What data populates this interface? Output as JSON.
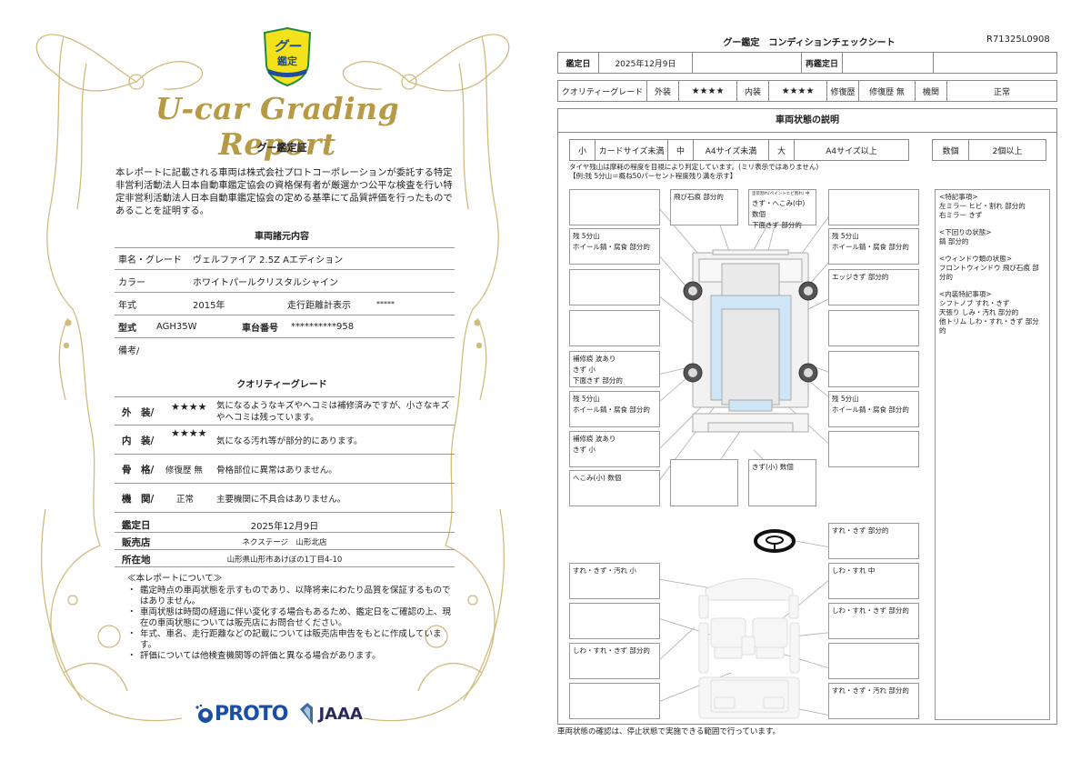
{
  "certificate": {
    "badge": {
      "line1": "グー",
      "line2": "鑑定"
    },
    "title": "U-car Grading Report",
    "subtitle": "グー鑑定証",
    "intro": "本レポートに記載される車両は株式会社プロトコーポレーションが委託する特定非営利活動法人日本自動車鑑定協会の資格保有者が厳選かつ公平な検査を行い特定非営利活動法人日本自動車鑑定協会の定める基準にて品質評価を行ったものであることを証明する。",
    "specs_heading": "車両諸元内容",
    "specs": {
      "name_label": "車名・グレード",
      "name_value": "ヴェルファイア 2.5Z Aエディション",
      "color_label": "カラー",
      "color_value": "ホワイトパールクリスタルシャイン",
      "year_label": "年式",
      "year_value": "2015年",
      "mileage_label": "走行距離計表示",
      "mileage_value": "*****",
      "model_label": "型式",
      "model_value": "AGH35W",
      "chassis_label": "車台番号",
      "chassis_value": "**********958",
      "remarks_label": "備考/"
    },
    "grade_heading": "クオリティーグレード",
    "grades": [
      {
        "label": "外　装/",
        "value": "★★★★",
        "comment": "気になるようなキズやヘコミは補修済みですが、小さなキズやヘコミは残っています。"
      },
      {
        "label": "内　装/",
        "value": "★★★★",
        "comment": "気になる汚れ等が部分的にあります。"
      },
      {
        "label": "骨　格/",
        "value": "修復歴 無",
        "comment": "骨格部位に異常はありません。"
      },
      {
        "label": "機　関/",
        "value": "正常",
        "comment": "主要機関に不具合はありません。"
      }
    ],
    "info": {
      "date_label": "鑑定日",
      "date_value": "2025年12月9日",
      "dealer_label": "販売店",
      "dealer_value": "ネクステージ　山形北店",
      "address_label": "所在地",
      "address_value": "山形県山形市あけぼの1丁目4-10"
    },
    "notes_heading": "≪本レポートについて≫",
    "notes": [
      "鑑定時点の車両状態を示すものであり、以降将来にわたり品質を保証するものではありません。",
      "車両状態は時間の経過に伴い変化する場合もあるため、鑑定日をご確認の上、現在の車両状態については販売店にお問合せください。",
      "年式、車名、走行距離などの記載については販売店申告をもとに作成しています。",
      "評価については他検査機関等の評価と異なる場合があります。"
    ],
    "logos": {
      "proto": "PROTO",
      "jaaa": "JAAA"
    },
    "colors": {
      "gold": "#b69a45",
      "proto_blue": "#1a4fa8",
      "badge_yellow": "#f3e21b"
    }
  },
  "sheet": {
    "title": "グー鑑定　コンディションチェックシート",
    "id": "R71325L0908",
    "date_bar": {
      "date_label": "鑑定日",
      "date_value": "2025年12月9日",
      "reinspect_label": "再鑑定日",
      "reinspect_value": ""
    },
    "grade_bar": {
      "label": "クオリティーグレード",
      "exterior_label": "外装",
      "exterior_value": "★★★★",
      "interior_label": "内装",
      "interior_value": "★★★★",
      "repair_label": "修復歴",
      "repair_value": "修復歴 無",
      "engine_label": "機関",
      "engine_value": "正常"
    },
    "panel_title": "車両状態の説明",
    "legend": {
      "small": "小",
      "small_desc": "カードサイズ未満",
      "medium": "中",
      "medium_desc": "A4サイズ未満",
      "large": "大",
      "large_desc": "A4サイズ以上",
      "several": "数個",
      "several_desc": "2個以上"
    },
    "tire_note_1": "タイヤ残山は摩耗の程度を目視により判定しています。(ミリ表示ではありません)",
    "tire_note_2": "【例:残 5分山＝概ね50パーセント程度残り溝を示す】",
    "exterior_boxes": {
      "front_left_top": "",
      "front_center": "飛び石痕 部分的",
      "front_bumper_tiny": "塗装割れ(ペイントヒビ割れ) 中",
      "front_bumper_l2": "きず・へこみ(中) 数個",
      "front_bumper_l3": "下面きず 部分的",
      "front_right_top": "",
      "tire_fl_l1": "残 5分山",
      "tire_fl_l2": "ホイール錆・腐食 部分的",
      "tire_fr_l1": "残 5分山",
      "tire_fr_l2": "ホイール錆・腐食 部分的",
      "left_front_door": "",
      "right_front_fender": "エッジきず 部分的",
      "left_mid": "",
      "right_mid": "",
      "left_rear_door_l1": "補修痕 波あり",
      "left_rear_door_l2": "きず 小",
      "left_rear_door_l3": "下面きず 部分的",
      "right_rear_door": "",
      "tire_rl_l1": "残 5分山",
      "tire_rl_l2": "ホイール錆・腐食 部分的",
      "tire_rr_l1": "残 5分山",
      "tire_rr_l2": "ホイール錆・腐食 部分的",
      "left_quarter_l1": "補修痕 波あり",
      "left_quarter_l2": "きず 小",
      "right_quarter": "",
      "roof": "へこみ(小) 数個",
      "rear_glass": "",
      "rear_bumper": "きず(小) 数個"
    },
    "remarks": {
      "special_head": "<特記事項>",
      "special_1": "左ミラー ヒビ・割れ 部分的",
      "special_2": "右ミラー きず",
      "under_head": "<下回りの状態>",
      "under_1": "錆 部分的",
      "window_head": "<ウィンドウ類の状態>",
      "window_1": "フロントウィンドウ 飛び石痕 部分的",
      "interior_head": "<内装特記事項>",
      "interior_1": "シフトノブ すれ・きず",
      "interior_2": "天張り しみ・汚れ 部分的",
      "interior_3": "他トリム しわ・すれ・きず 部分的"
    },
    "interior_boxes": {
      "steering": "すれ・きず 部分的",
      "ceiling": "すれ・きず・汚れ 小",
      "driver_seat": "しわ・すれ 中",
      "left_front_seat": "",
      "right_door_trim": "しわ・すれ・きず 部分的",
      "left_door_trim": "しわ・すれ・きず 部分的",
      "console": "",
      "rear_seat": "",
      "floor": "すれ・きず・汚れ 部分的"
    },
    "footer": "車両状態の確認は、停止状態で実施できる範囲で行っています。",
    "colors": {
      "border": "#888888",
      "glass_blue": "#cfe6f7"
    }
  }
}
